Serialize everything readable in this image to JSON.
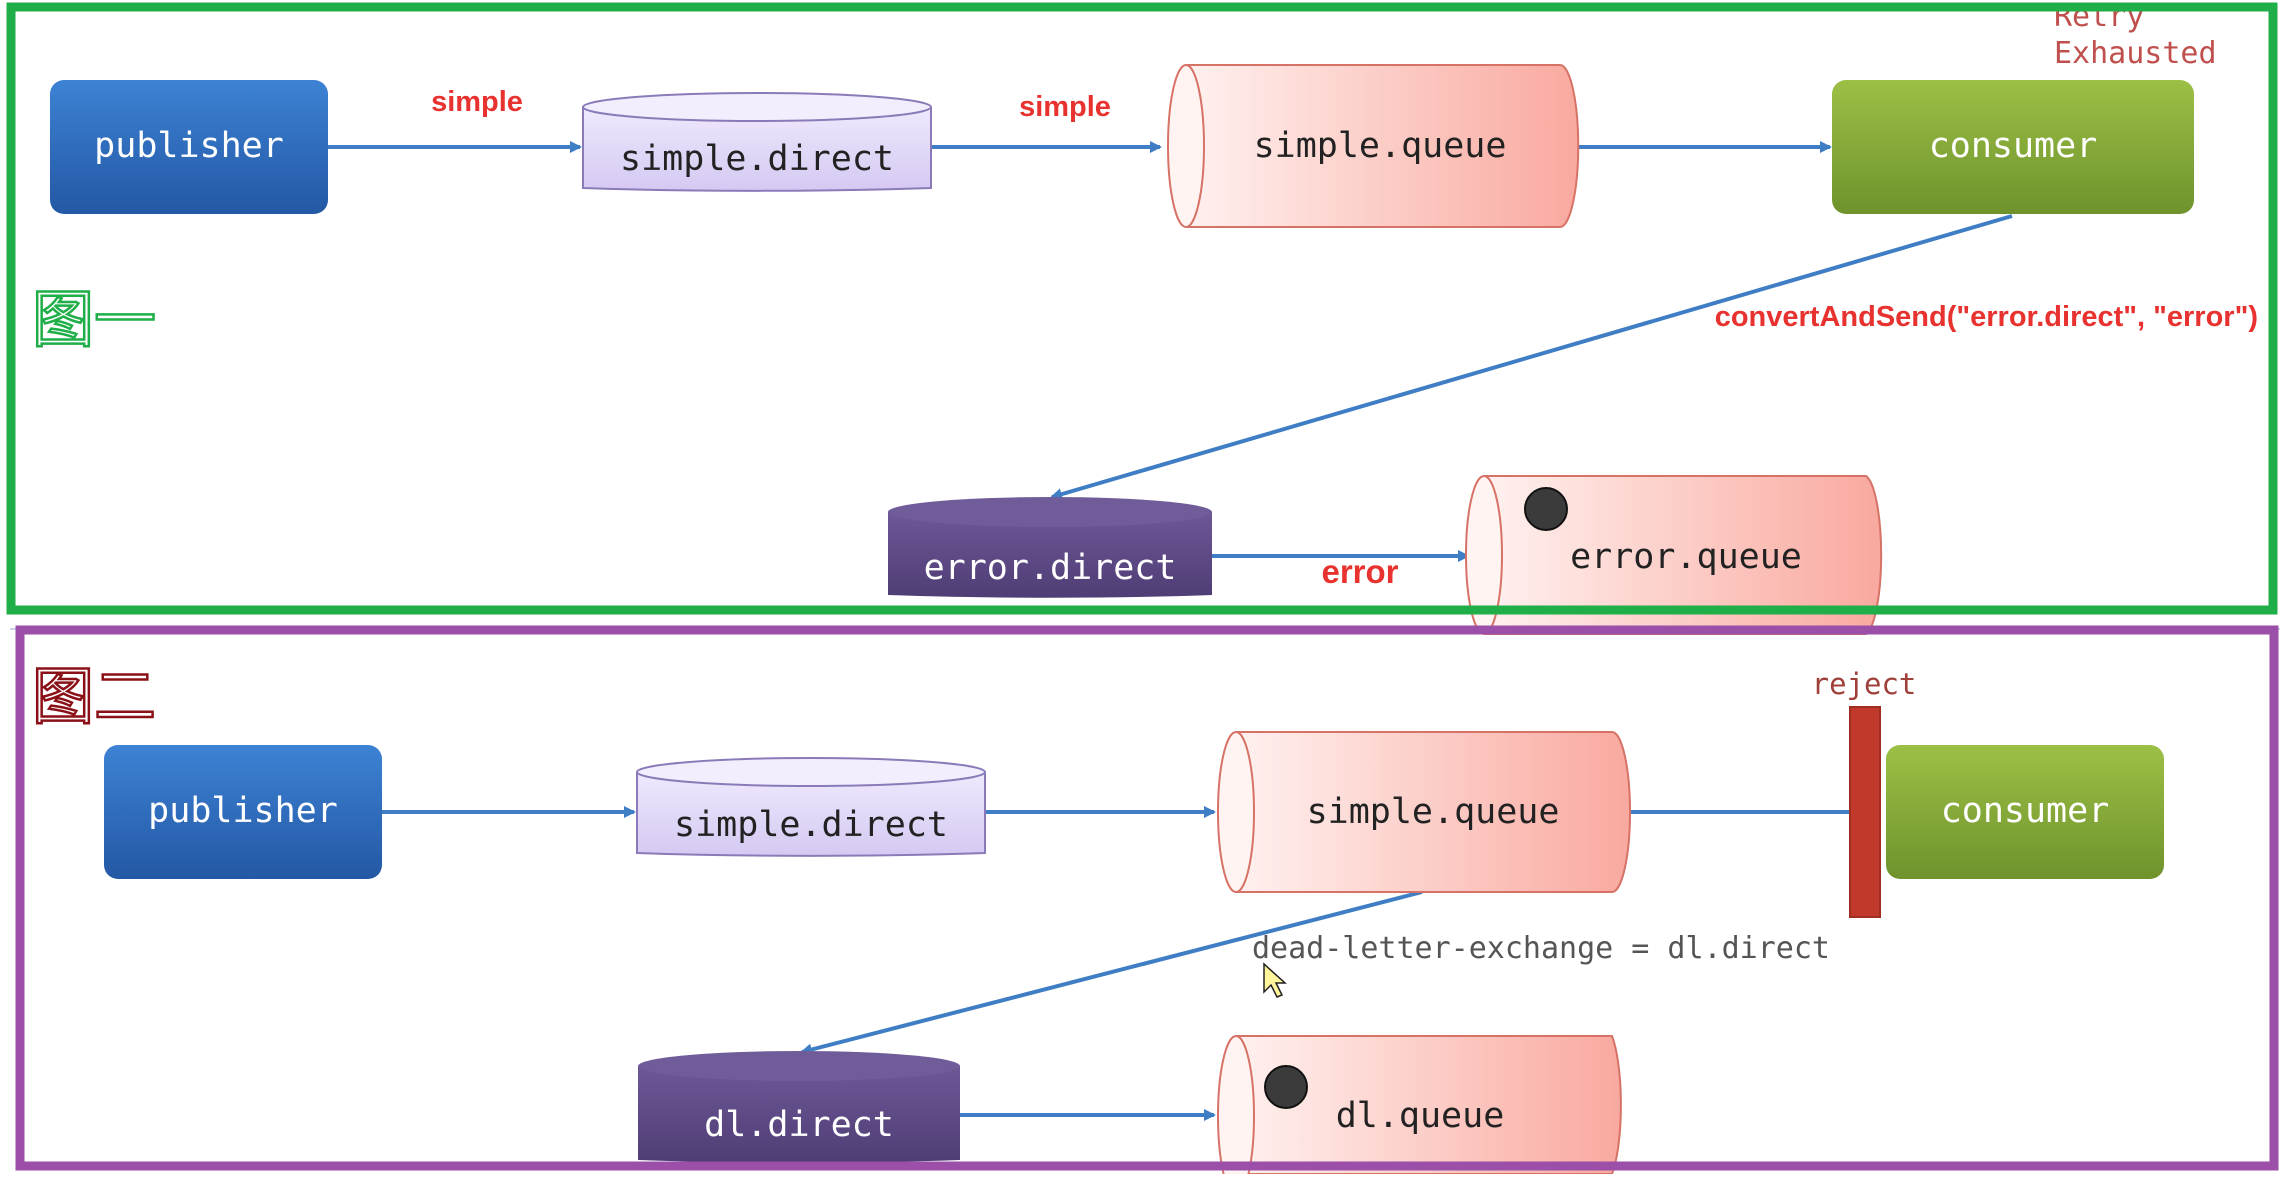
{
  "colors": {
    "green_frame": "#1fae48",
    "purple_frame": "#9b4fa8",
    "publisher_blue": "#2e6fc0",
    "consumer_green": "#86a83a",
    "exchange_light": "#e4dcf8",
    "exchange_dark": "#5e4a85",
    "queue_pink": "#fdc8c2",
    "arrow_blue": "#3f7ec4",
    "label_red": "#e8322f",
    "reject_bar": "#c0392b"
  },
  "figure_one": {
    "caption": "图一",
    "retry_label_line1": "Retry",
    "retry_label_line2": "Exhausted",
    "publisher": "publisher",
    "exchange": "simple.direct",
    "queue": "simple.queue",
    "consumer": "consumer",
    "routing_key_1": "simple",
    "routing_key_2": "simple",
    "call_label": "convertAndSend(\"error.direct\", \"error\")",
    "error_exchange": "error.direct",
    "error_routing_key": "error",
    "error_queue": "error.queue"
  },
  "figure_two": {
    "caption": "图二",
    "reject_label": "reject",
    "publisher": "publisher",
    "exchange": "simple.direct",
    "queue": "simple.queue",
    "consumer": "consumer",
    "dlx_label": "dead-letter-exchange = dl.direct",
    "dl_exchange": "dl.direct",
    "dl_queue": "dl.queue"
  }
}
